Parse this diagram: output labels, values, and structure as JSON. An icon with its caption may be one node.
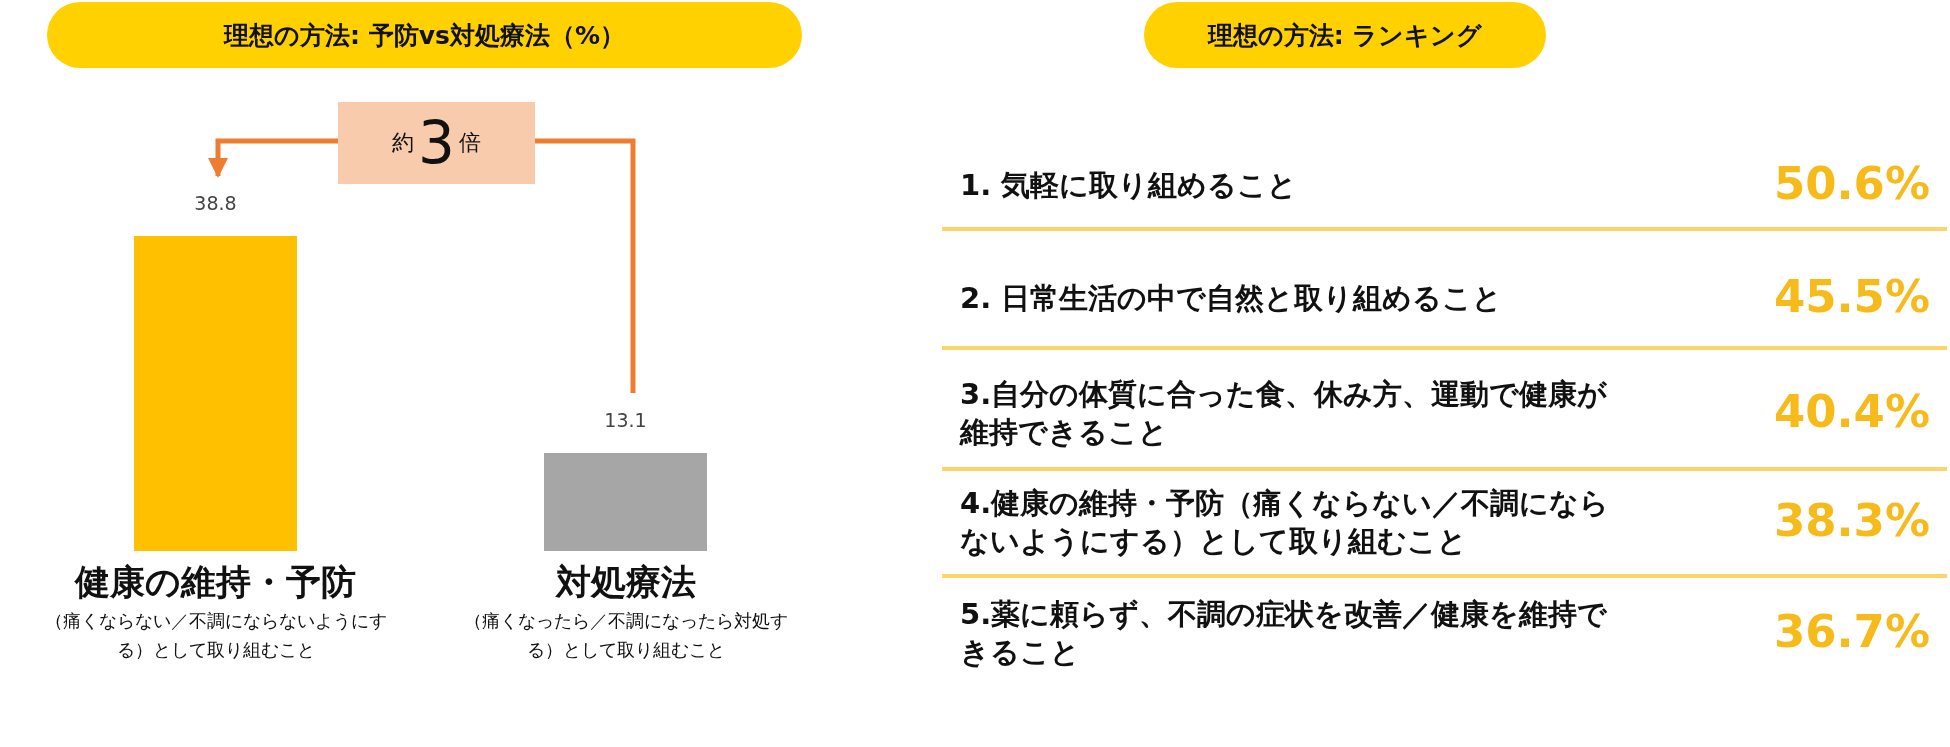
{
  "diagram": {
    "nodes": [
      {
        "text": [
          "理想の方法: 予防vs対処療法（%）"
        ]
      },
      {
        "text": [
          "理想の方法: ランキング"
        ]
      },
      {
        "text": [],
        "shape": "bar",
        "beside": [
          "38.8",
          "健康の維持・予防",
          "（痛くならない／不調にならないようにする）として取り組むこと"
        ]
      },
      {
        "text": [],
        "shape": "bar",
        "beside": [
          "13.1",
          "対処療法",
          "（痛くなったら／不調になったら対処する）として取り組むこと"
        ]
      },
      {
        "text": [
          "約**3**倍"
        ]
      }
    ],
    "edges": [
      {
        "from": 4,
        "to": 2,
        "arrow": "to"
      },
      {
        "from": 3,
        "to": 4,
        "arrow": "none"
      }
    ],
    "labels": [
      "1. 気軽に取り組めること",
      "50.6%",
      "2. 日常生活の中で自然と取り組めること",
      "45.5%",
      "3.自分の体質に合った食、休み方、運動で健康が維持できること",
      "40.4%",
      "4.健康の維持・予防（痛くならない／不調にならないようにする）として取り組むこと",
      "38.3%",
      "5.薬に頼らず、不調の症状を改善／健康を維持できること",
      "36.7%"
    ]
  }
}
